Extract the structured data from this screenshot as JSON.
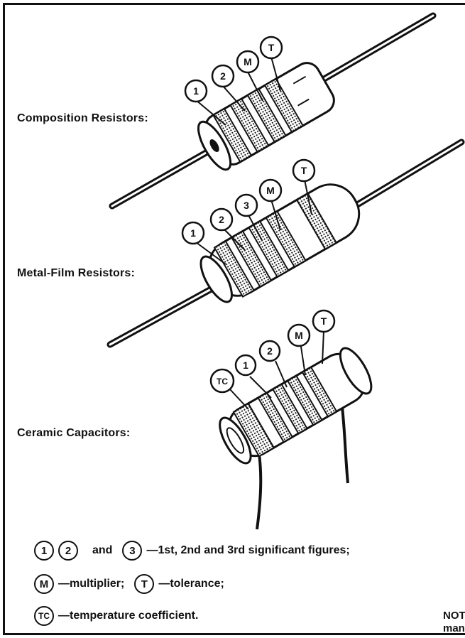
{
  "labels": {
    "composition": "Composition Resistors:",
    "metal_film": "Metal-Film Resistors:",
    "ceramic": "Ceramic Capacitors:"
  },
  "markers": {
    "one": "1",
    "two": "2",
    "three": "3",
    "multiplier": "M",
    "tolerance": "T",
    "temp_coeff": "TC"
  },
  "legend": {
    "and_word": "and",
    "significant": "—1st, 2nd and 3rd significant figures;",
    "multiplier": "—multiplier;",
    "tolerance": "—tolerance;",
    "temp_coeff": "—temperature coefficient."
  },
  "note": {
    "line1": "NOT",
    "line2": "man"
  }
}
